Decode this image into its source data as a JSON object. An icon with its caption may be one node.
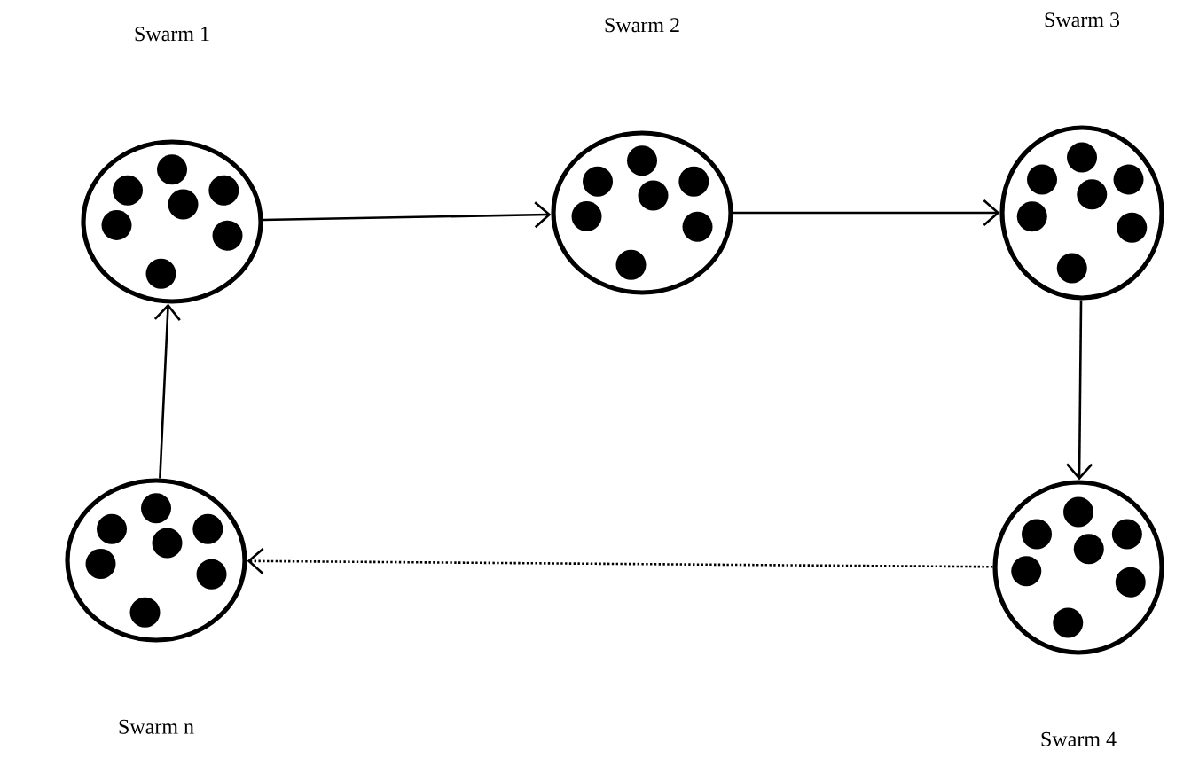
{
  "diagram": {
    "nodes": [
      {
        "text": [
          "Swarm 1"
        ]
      },
      {
        "text": [
          "Swarm 2"
        ]
      },
      {
        "text": [
          "Swarm 3"
        ]
      },
      {
        "text": [
          "Swarm 4"
        ]
      },
      {
        "text": [
          "Swarm n"
        ]
      }
    ],
    "edges": [
      {
        "from": 0,
        "to": 1,
        "arrow": "to"
      },
      {
        "from": 1,
        "to": 2,
        "arrow": "to"
      },
      {
        "from": 2,
        "to": 3,
        "arrow": "to"
      },
      {
        "from": 3,
        "to": 4,
        "arrow": "to",
        "style": "dashed"
      },
      {
        "from": 4,
        "to": 0,
        "arrow": "to"
      }
    ]
  }
}
